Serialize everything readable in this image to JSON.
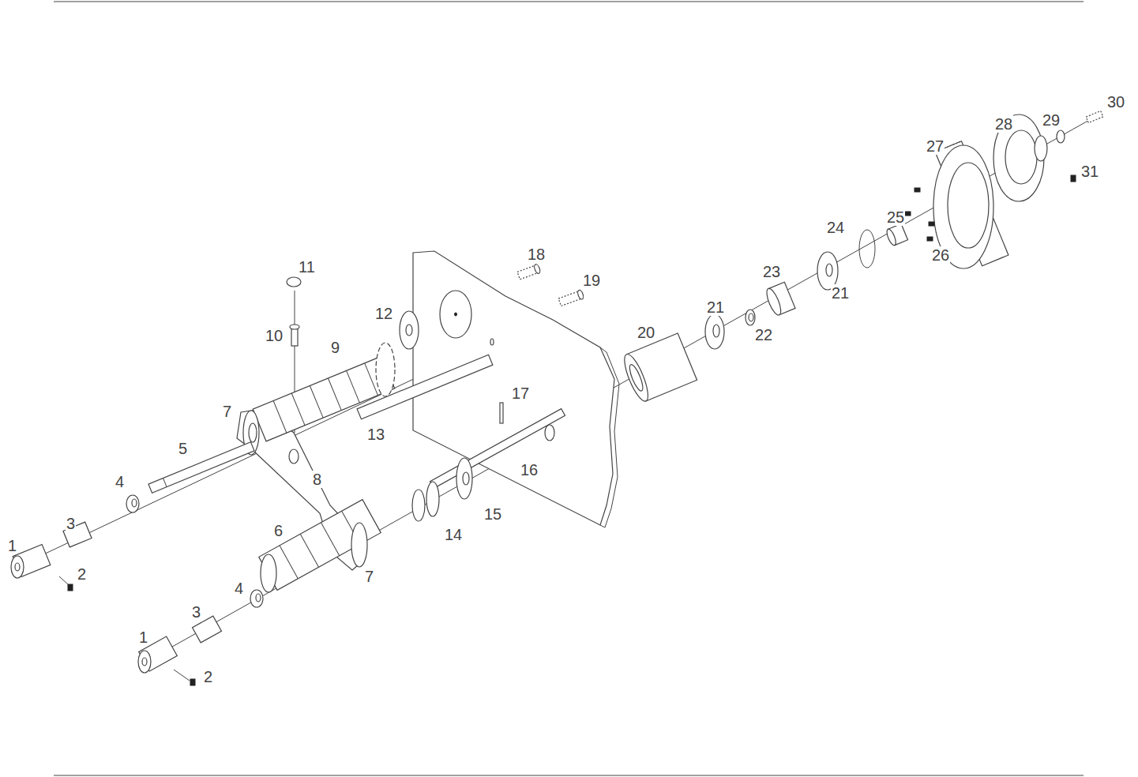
{
  "diagram": {
    "labels": [
      "30",
      "28",
      "29",
      "27",
      "31",
      "24",
      "25",
      "26",
      "18",
      "11",
      "23",
      "19",
      "21",
      "12",
      "21",
      "22",
      "10",
      "9",
      "20",
      "17",
      "7",
      "13",
      "5",
      "16",
      "4",
      "8",
      "15",
      "3",
      "6",
      "14",
      "1",
      "2",
      "7",
      "4",
      "3",
      "1",
      "2"
    ]
  }
}
